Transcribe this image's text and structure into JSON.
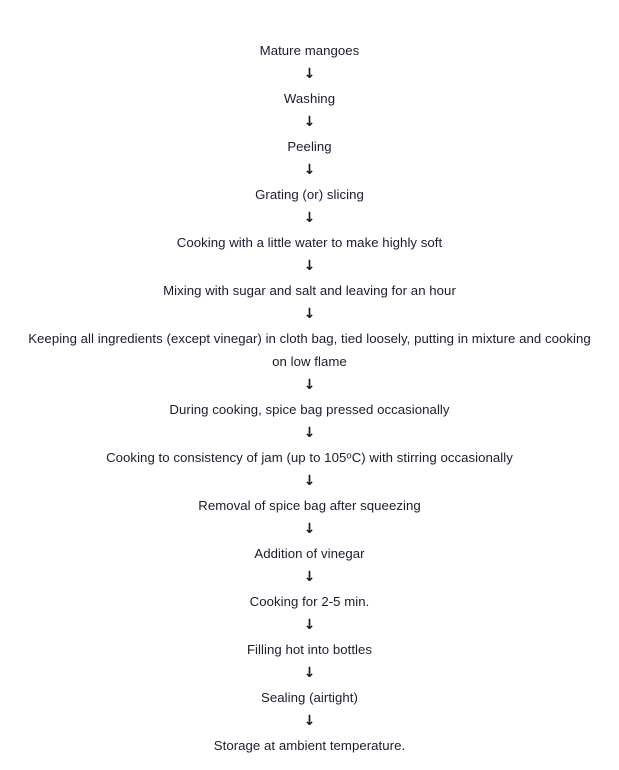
{
  "document": {
    "type": "process-flowchart",
    "title": "Mango chutney preparation flow diagram",
    "background_color": "#ffffff",
    "text_color": "#1b1b2f",
    "arrow_glyph": "↓",
    "arrow_count": 15
  },
  "flow": {
    "steps": [
      {
        "id": "step-1",
        "label": "Mature mangoes"
      },
      {
        "id": "step-2",
        "label": "Washing"
      },
      {
        "id": "step-3",
        "label": "Peeling"
      },
      {
        "id": "step-4",
        "label": "Grating (or) slicing"
      },
      {
        "id": "step-5",
        "label": "Cooking with a little water to make highly soft"
      },
      {
        "id": "step-6",
        "label": "Mixing with sugar and salt and leaving for an hour"
      },
      {
        "id": "step-7",
        "label": "Keeping all ingredients (except vinegar) in cloth bag, tied loosely, putting in mixture and cooking on low flame"
      },
      {
        "id": "step-8",
        "label": "During cooking, spice bag pressed occasionally"
      },
      {
        "id": "step-9",
        "label": "Cooking to consistency of jam (up to 105ºC) with stirring occasionally"
      },
      {
        "id": "step-10",
        "label": "Removal of spice bag after squeezing"
      },
      {
        "id": "step-11",
        "label": "Addition of vinegar"
      },
      {
        "id": "step-12",
        "label": "Cooking for 2-5 min."
      },
      {
        "id": "step-13",
        "label": "Filling hot into bottles"
      },
      {
        "id": "step-14",
        "label": "Sealing (airtight)"
      },
      {
        "id": "step-15",
        "label": "Storage at ambient temperature."
      }
    ]
  }
}
